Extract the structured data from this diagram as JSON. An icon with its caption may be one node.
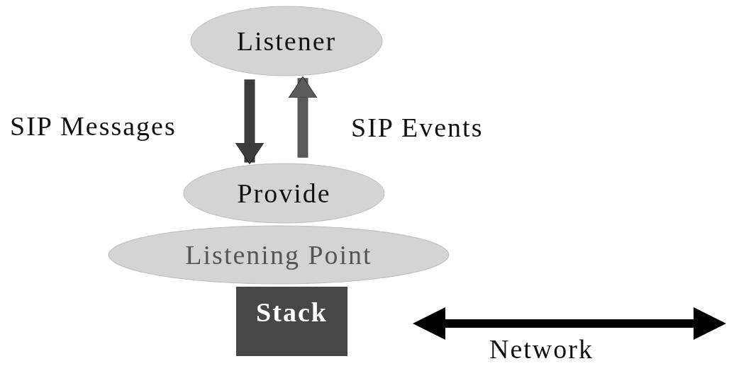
{
  "diagram": {
    "nodes": [
      {
        "text": [
          "Listener"
        ]
      },
      {
        "text": [
          "Provide"
        ]
      },
      {
        "text": [
          "Listening Point"
        ]
      },
      {
        "text": [
          "Stack"
        ]
      }
    ],
    "edges": [
      {
        "from": 0,
        "to": 1,
        "arrow": "to",
        "label": "SIP Messages",
        "color": "#3c3c3c"
      },
      {
        "from": 1,
        "to": 0,
        "arrow": "to",
        "label": "SIP Events",
        "color": "#5a5a5a"
      }
    ],
    "labels": [
      "Network"
    ]
  }
}
